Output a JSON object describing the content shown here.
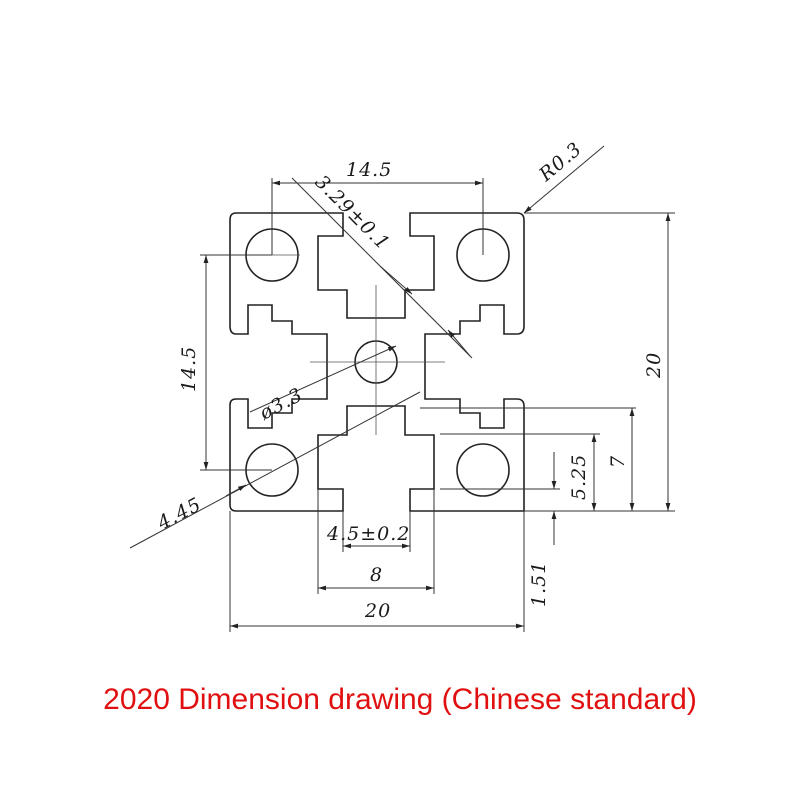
{
  "drawing": {
    "dimensions": {
      "top_width": "14.5",
      "radius": "R0.3",
      "slot_depth": "3.29±0.1",
      "right_height": "20",
      "left_height": "14.5",
      "bore_diameter": "ø3.3",
      "corner_offset": "4.45",
      "dim_7": "7",
      "dim_5_25": "5.25",
      "slot_opening": "4.5±0.2",
      "slot_width": "8",
      "bottom_width": "20",
      "wall": "1.51"
    }
  },
  "caption": "2020 Dimension drawing (Chinese standard)",
  "colors": {
    "caption": "#e01010",
    "lines": "#222222"
  }
}
